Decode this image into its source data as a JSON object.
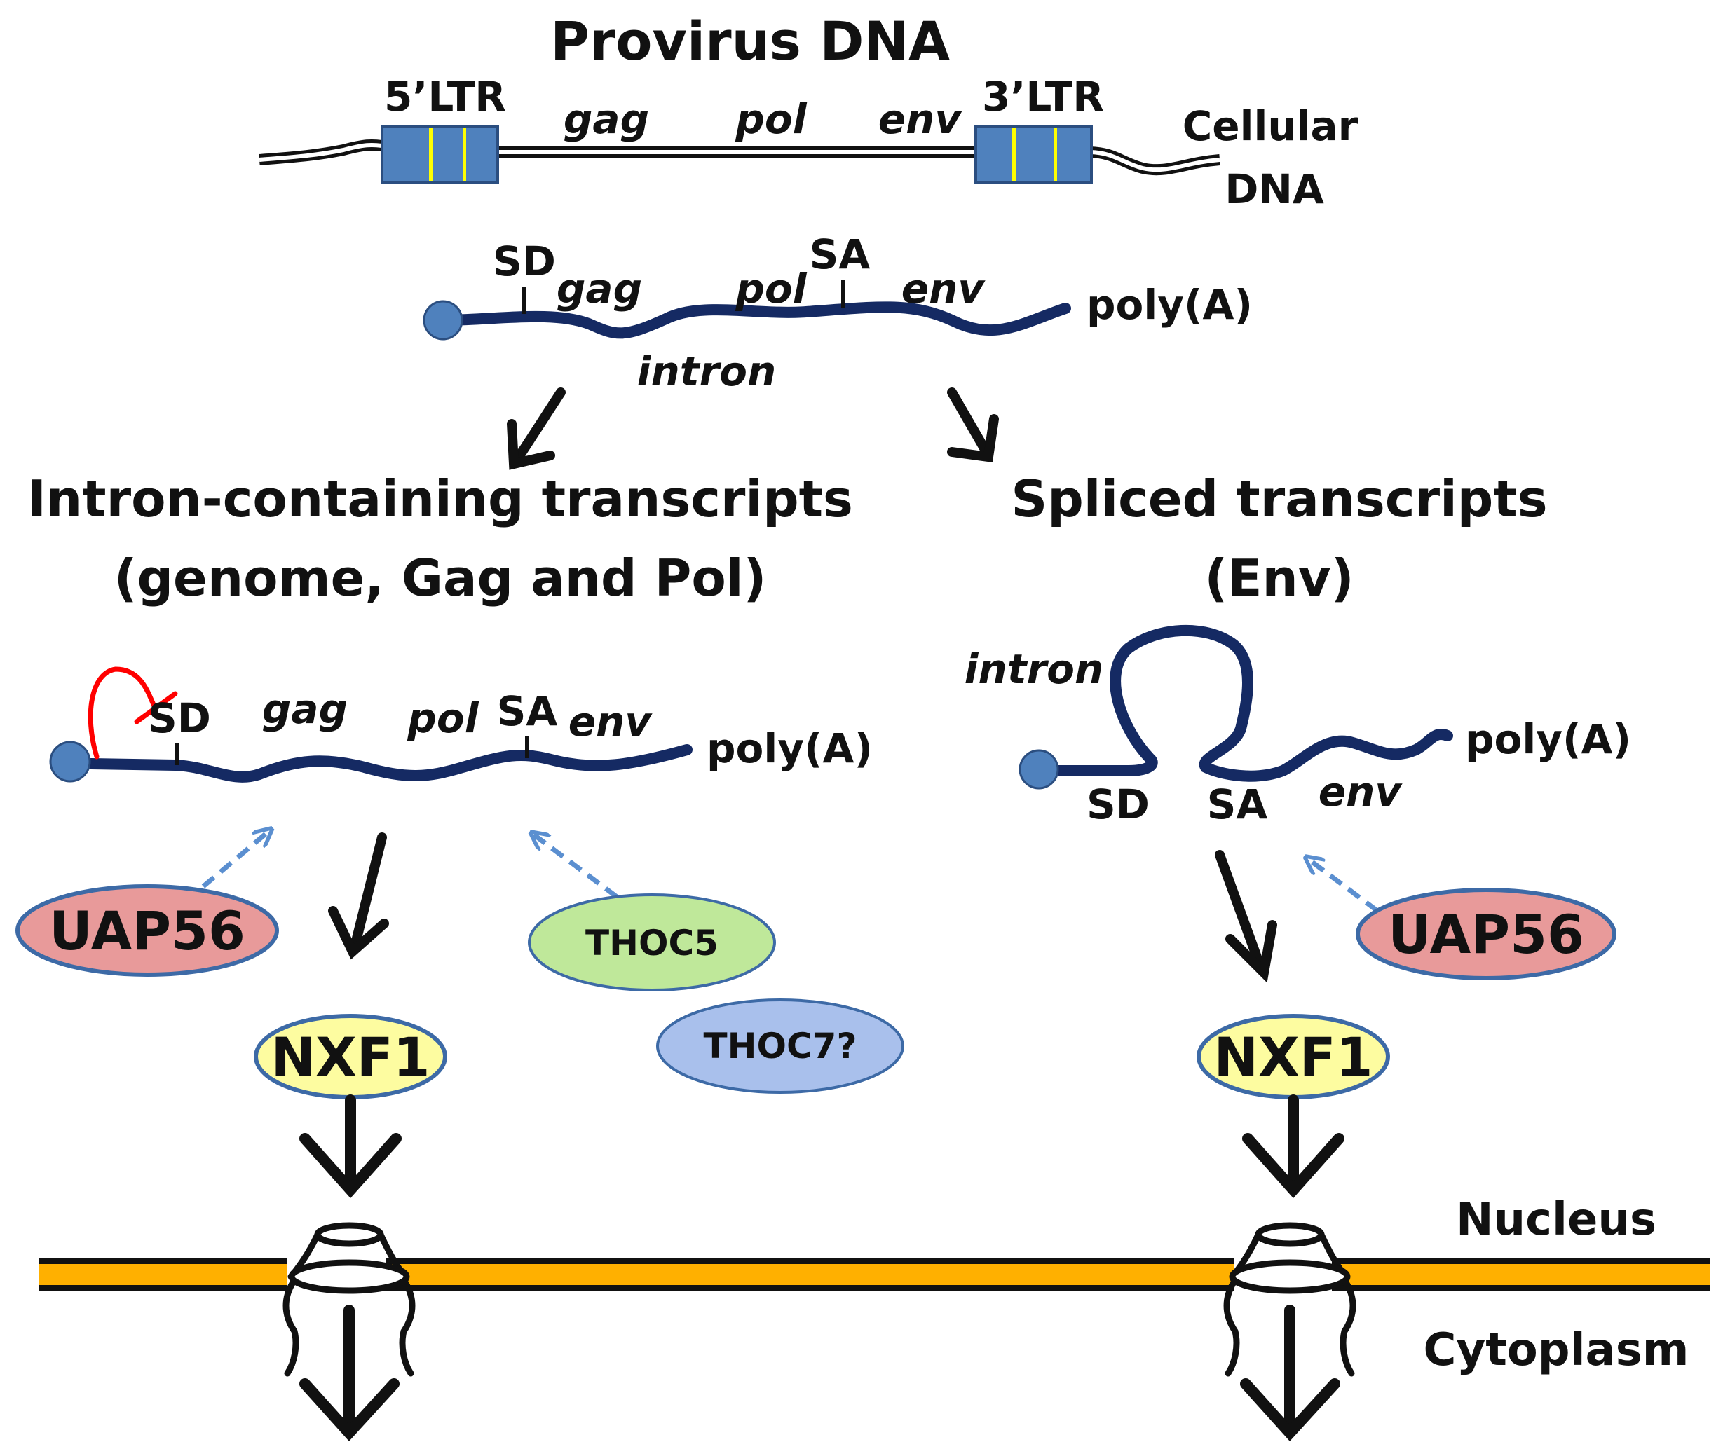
{
  "colors": {
    "rna": "#152a63",
    "ltr": "#4f81bd",
    "ltr_band": "#ffff00",
    "cap": "#4f81bd",
    "inhibit": "#ff0000",
    "membrane": "#ffb000",
    "dashed_arrow": "#5b8fd0",
    "uap56_fill": "#e89a9a",
    "thoc5_fill": "#bfe89a",
    "thoc7_fill": "#a9c0ec",
    "nxf1_fill": "#fdfca0",
    "ellipse_stroke": "#3d6aa6"
  },
  "provirus": {
    "title": "Provirus DNA",
    "ltr5": "5’LTR",
    "ltr3": "3’LTR",
    "gag": "gag",
    "pol": "pol",
    "env": "env",
    "cellular_line1": "Cellular",
    "cellular_line2": "DNA"
  },
  "full_transcript": {
    "sd": "SD",
    "sa": "SA",
    "gag": "gag",
    "pol": "pol",
    "env": "env",
    "intron": "intron",
    "polya": "poly(A)"
  },
  "left_branch": {
    "heading_line1": "Intron-containing transcripts",
    "heading_line2": "(genome, Gag and Pol)",
    "sd": "SD",
    "gag": "gag",
    "pol": "pol",
    "sa": "SA",
    "env": "env",
    "polya": "poly(A)",
    "uap56": "UAP56",
    "thoc5": "THOC5",
    "thoc7": "THOC7?",
    "nxf1": "NXF1"
  },
  "right_branch": {
    "heading_line1": "Spliced transcripts",
    "heading_line2": "(Env)",
    "intron": "intron",
    "sd": "SD",
    "sa": "SA",
    "env": "env",
    "polya": "poly(A)",
    "uap56": "UAP56",
    "nxf1": "NXF1"
  },
  "compartments": {
    "nucleus": "Nucleus",
    "cytoplasm": "Cytoplasm"
  }
}
